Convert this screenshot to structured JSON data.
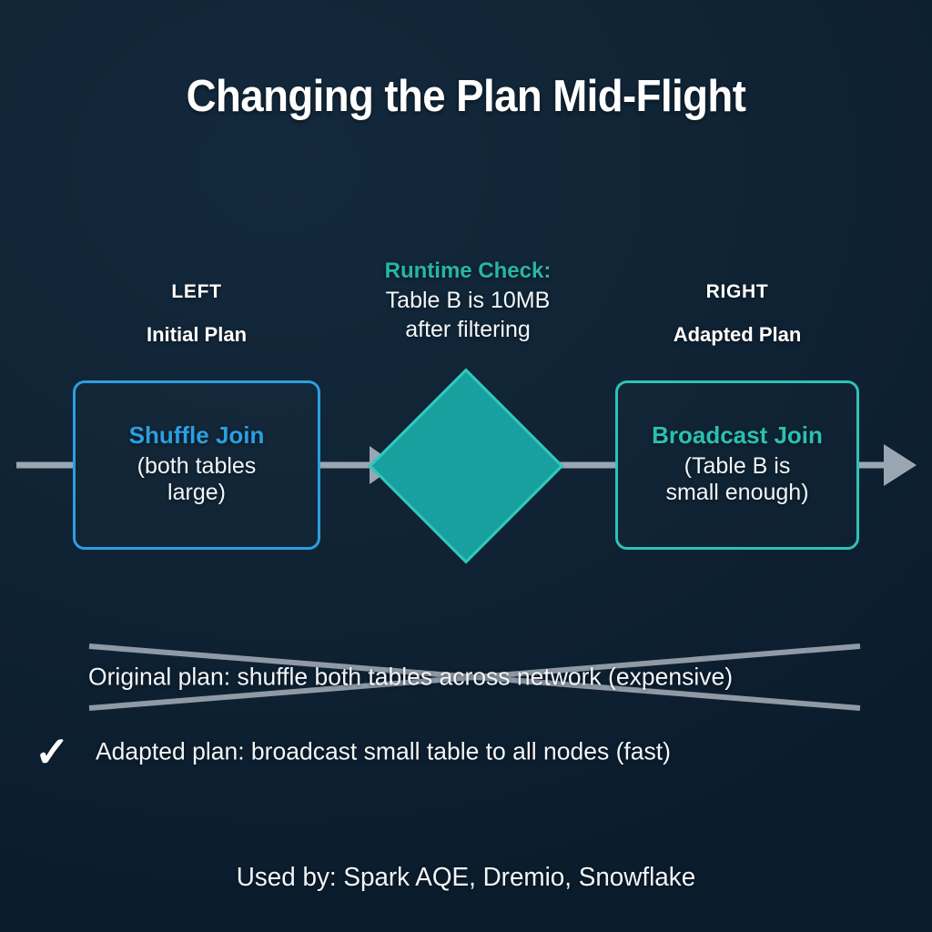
{
  "title": "Changing the Plan Mid-Flight",
  "colors": {
    "background": "#0d2031",
    "left_accent": "#2b9fe0",
    "right_accent": "#2bc0b2",
    "diamond_fill": "#17a09d",
    "diamond_border": "#31c9bf",
    "connector": "#9aa6b2",
    "text": "#f2f6f9"
  },
  "left": {
    "kicker": "LEFT",
    "caption": "Initial Plan",
    "node_title": "Shuffle Join",
    "node_sub_line1": "(both tables",
    "node_sub_line2": "large)"
  },
  "center": {
    "check_title": "Runtime Check:",
    "check_line1": "Table B is 10MB",
    "check_line2": "after filtering",
    "shape": "decision-diamond"
  },
  "right": {
    "kicker": "RIGHT",
    "caption": "Adapted Plan",
    "node_title": "Broadcast Join",
    "node_sub_line1": "(Table B is",
    "node_sub_line2": "small enough)"
  },
  "bullets": {
    "rejected": "Original plan: shuffle both tables across network (expensive)",
    "rejected_marker": "strikethrough-x",
    "accepted": "Adapted plan: broadcast small table to all nodes (fast)",
    "accepted_marker": "✓"
  },
  "footer": "Used by: Spark AQE, Dremio, Snowflake"
}
